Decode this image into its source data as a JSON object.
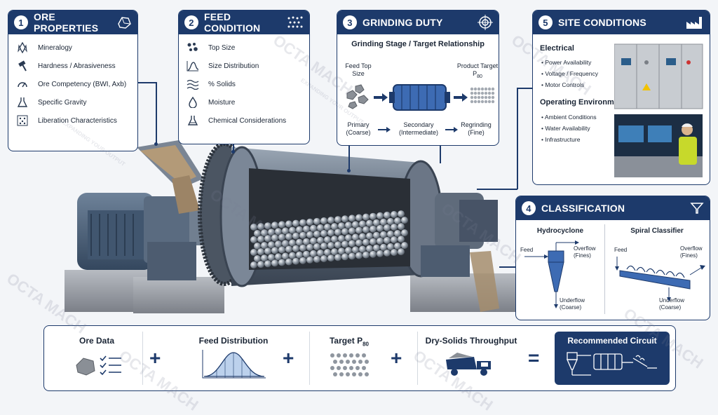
{
  "ore_properties": {
    "number": "1",
    "title": "ORE PROPERTIES",
    "items": [
      "Mineralogy",
      "Hardness / Abrasiveness",
      "Ore Competency (BWI, Axb)",
      "Specific Gravity",
      "Liberation Characteristics"
    ]
  },
  "feed_condition": {
    "number": "2",
    "title": "FEED CONDITION",
    "items": [
      "Top Size",
      "Size Distribution",
      "% Solids",
      "Moisture",
      "Chemical Considerations"
    ]
  },
  "grinding_duty": {
    "number": "3",
    "title": "GRINDING DUTY",
    "subtitle": "Grinding Stage / Target Relationship",
    "feed_label": "Feed Top Size",
    "product_label": "Product Target P",
    "product_sub": "80",
    "stages": [
      "Primary (Coarse)",
      "Secondary (Intermediate)",
      "Regrinding (Fine)"
    ]
  },
  "site_conditions": {
    "number": "5",
    "title": "SITE CONDITIONS",
    "electrical_title": "Electrical",
    "electrical_items": [
      "Power Availability",
      "Voltage / Frequency",
      "Motor Controls"
    ],
    "environment_title": "Operating Environment",
    "environment_items": [
      "Ambient Conditions",
      "Water Availability",
      "Infrastructure"
    ]
  },
  "classification": {
    "number": "4",
    "title": "CLASSIFICATION",
    "hydrocyclone": {
      "title": "Hydrocyclone",
      "feed": "Feed",
      "overflow": "Overflow (Fines)",
      "underflow": "Underflow (Coarse)"
    },
    "spiral": {
      "title": "Spiral Classifier",
      "feed": "Feed",
      "overflow": "Overflow (Fines)",
      "underflow": "Underflow (Coarse)"
    }
  },
  "summary": {
    "ore_data": "Ore Data",
    "feed_distribution": "Feed Distribution",
    "target": "Target P",
    "target_sub": "80",
    "throughput": "Dry-Solids Throughput",
    "result": "Recommended Circuit",
    "plus": "+",
    "equals": "="
  },
  "watermark": {
    "brand": "OCTA MACH",
    "tagline": "EXPANDING YOUR OUTPUT"
  },
  "colors": {
    "navy": "#1d3a6b",
    "steel": "#6f7c8c",
    "background": "#f3f5f8"
  }
}
